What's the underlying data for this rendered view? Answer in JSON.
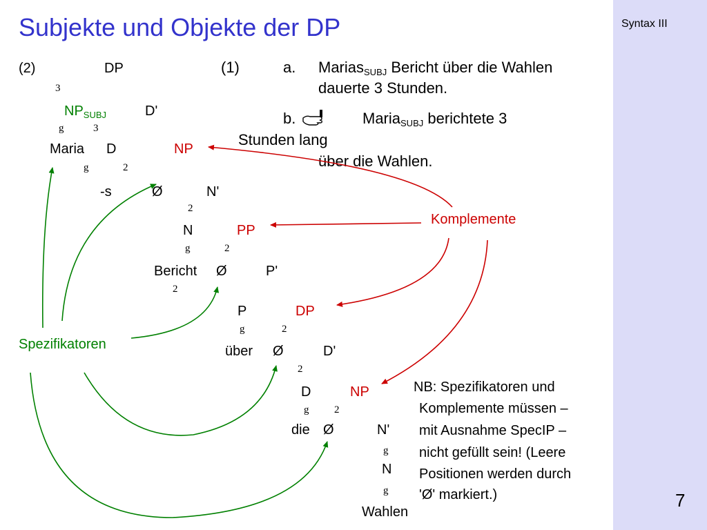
{
  "slide": {
    "title": "Subjekte und Objekte der DP",
    "section": "Syntax III",
    "page_number": "7",
    "colors": {
      "title": "#3333cc",
      "red": "#cc0000",
      "green": "#008000",
      "sidebar": "#dcdcf8"
    }
  },
  "examples": {
    "ex1_num": "(1)",
    "a_label": "a.",
    "a_word": "Marias",
    "a_sub": "SUBJ",
    "a_rest": "Bericht über die Wahlen",
    "a_line2": "dauerte 3 Stunden.",
    "b_label": "b.",
    "b_icon": "pointing-hand-icon",
    "b_word": "Maria",
    "b_sub": "SUBJ",
    "b_rest": "berichtete 3",
    "b_line2": "Stunden lang",
    "b_line3": "über die Wahlen."
  },
  "tree": {
    "ex2_num": "(2)",
    "dp_top": "DP",
    "np_subj": "NP",
    "np_subj_sub": "SUBJ",
    "dbar_top": "D'",
    "maria": "Maria",
    "d_top": "D",
    "np_red1": "NP",
    "s_suffix": "-s",
    "empty1": "Ø",
    "nbar1": "N'",
    "n1": "N",
    "pp": "PP",
    "bericht": "Bericht",
    "empty2": "Ø",
    "pbar": "P'",
    "p": "P",
    "dp_red": "DP",
    "ueber": "über",
    "empty3": "Ø",
    "dbar2": "D'",
    "d2": "D",
    "np_red2": "NP",
    "die": "die",
    "empty4": "Ø",
    "nbar2": "N'",
    "n2": "N",
    "wahlen": "Wahlen",
    "glyph_3": "3",
    "glyph_2": "2",
    "glyph_g": "g"
  },
  "labels": {
    "komplemente": "Komplemente",
    "spezifikatoren": "Spezifikatoren"
  },
  "note": {
    "line1": "NB: Spezifikatoren und",
    "line2": "Komplemente müssen –",
    "line3": "mit Ausnahme SpecIP –",
    "line4": "nicht gefüllt sein! (Leere",
    "line5": "Positionen werden durch",
    "line6": "'Ø' markiert.)"
  }
}
